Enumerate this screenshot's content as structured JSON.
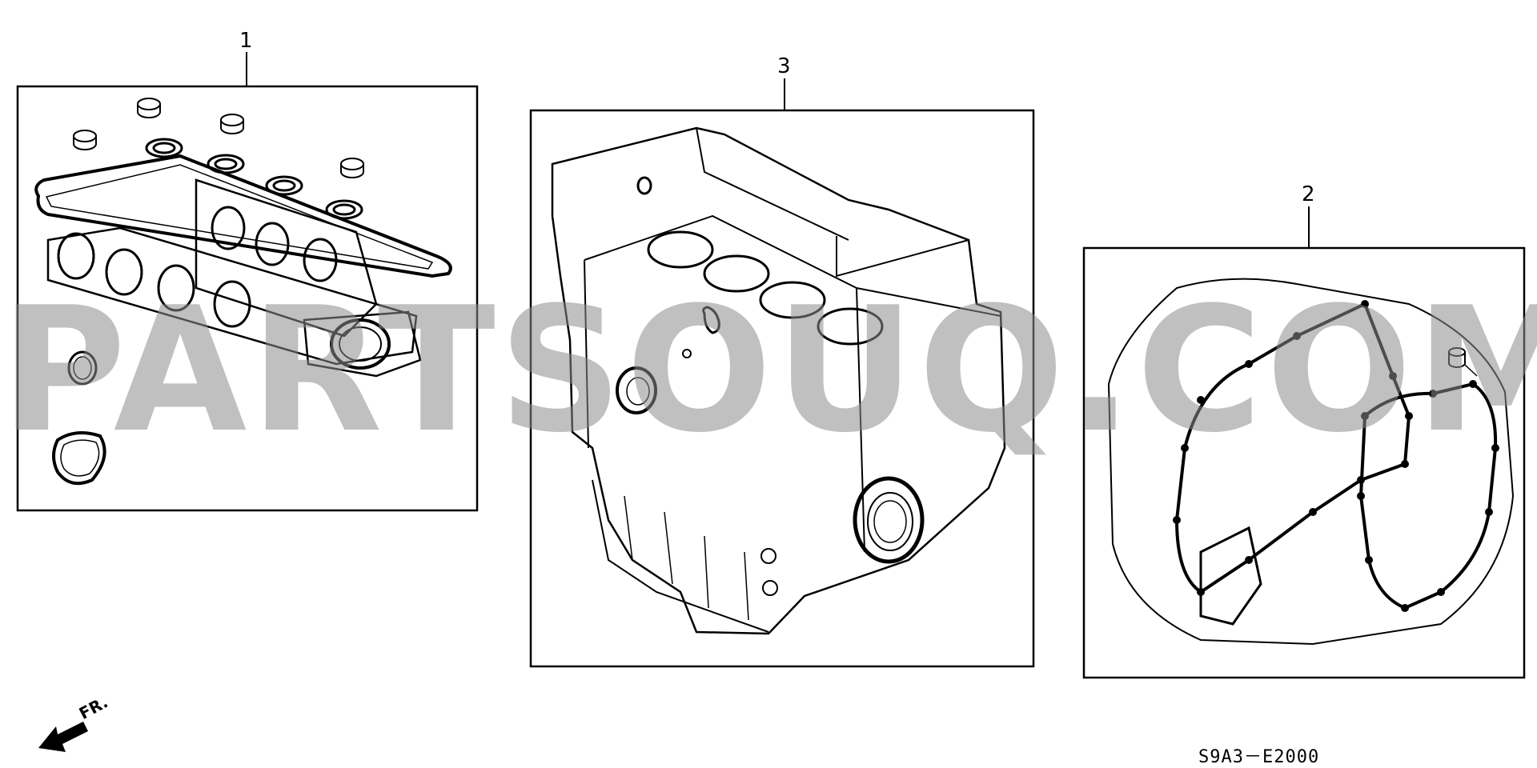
{
  "callouts": [
    {
      "number": "1"
    },
    {
      "number": "3"
    },
    {
      "number": "2"
    }
  ],
  "direction_label": "FR.",
  "diagram_code": "S9A3－E2000",
  "watermark": "PARTSOUQ.COM",
  "colors": {
    "line": "#000000",
    "watermark": "#8c8c8c",
    "background": "#ffffff"
  },
  "icons": [
    "front-direction-arrow-icon"
  ]
}
